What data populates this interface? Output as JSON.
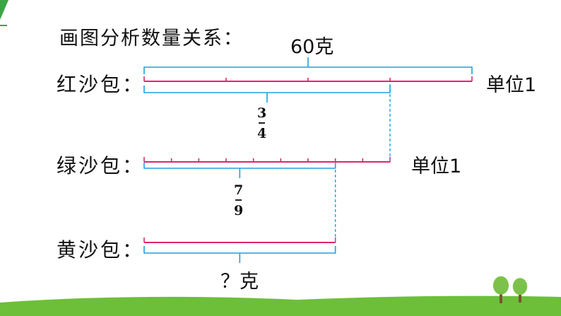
{
  "heading": "画图分析数量关系：",
  "rows": [
    {
      "label": "红沙包：",
      "unit": "单位1",
      "segments": 4
    },
    {
      "label": "绿沙包：",
      "unit": "单位1",
      "segments": 9
    },
    {
      "label": "黄沙包：",
      "segments": 7
    }
  ],
  "total_label": "60克",
  "fraction_red": {
    "numerator": "3",
    "denominator": "4"
  },
  "fraction_green": {
    "numerator": "7",
    "denominator": "9"
  },
  "question_label": "？克",
  "colors": {
    "segment_line": "#e0246f",
    "brace": "#1ea0e0",
    "dashed": "#1ea0e0",
    "grass": "#6dbf3a",
    "tree_top": "#7cc24a",
    "tree_trunk": "#7a5230",
    "corner_mark": "#3aa544"
  }
}
